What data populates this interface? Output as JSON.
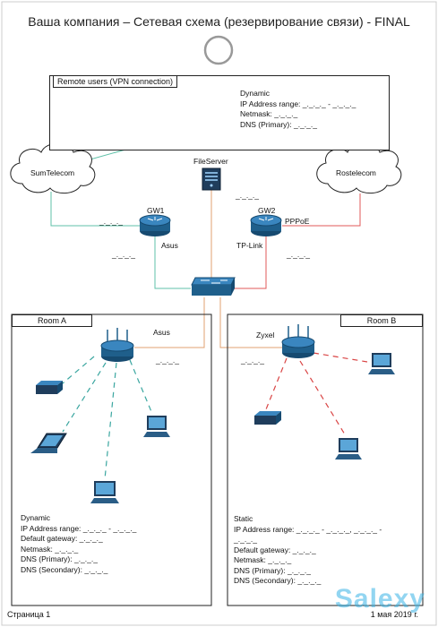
{
  "title": "Ваша компания – Сетевая схема (резервирование связи) - FINAL",
  "remote": {
    "label": "Remote users (VPN connection)",
    "info": [
      "Dynamic",
      "IP Address range: _._._._ - _._._._",
      "Netmask: _._._._",
      "DNS (Primary): _._._._"
    ]
  },
  "clouds": {
    "left": "SumTelecom",
    "right": "Rostelecom"
  },
  "fileserver": "FileServer",
  "gw1": {
    "name": "GW1",
    "vendor": "Asus",
    "ip_left": "_._._._",
    "ip_below": "_._._._"
  },
  "gw2": {
    "name": "GW2",
    "vendor": "TP-Link",
    "protocol": "PPPoE",
    "ip_below": "_._._._"
  },
  "fileserver_ip": "_._._._",
  "roomA": {
    "label": "Room A",
    "router_vendor": "Asus",
    "router_ip": "_._._._",
    "info": [
      "Dynamic",
      "IP Address range: _._._._ - _._._._",
      "Default gateway: _._._._",
      "Netmask: _._._._",
      "DNS (Primary): _._._._",
      "DNS (Secondary): _._._._"
    ]
  },
  "roomB": {
    "label": "Room B",
    "router_vendor": "Zyxel",
    "router_ip": "_._._._",
    "info": [
      "Static",
      "IP Address range: _._._._ - _._._._, _._._._ -",
      "_._._._",
      "Default gateway: _._._._",
      "Netmask: _._._._",
      "DNS (Primary): _._._._",
      "DNS (Secondary): _._._._"
    ]
  },
  "footer": {
    "page": "Страница 1",
    "date": "1 мая 2019 г."
  },
  "watermark": "Salexy",
  "colors": {
    "sumtelecom_line": "#5fc1a8",
    "rostelecom_line": "#e05a5a",
    "fileserver_line": "#e0a070",
    "roomA_links": "#3aa6a0",
    "roomB_links": "#d94444",
    "router": "#1f5f8b"
  }
}
